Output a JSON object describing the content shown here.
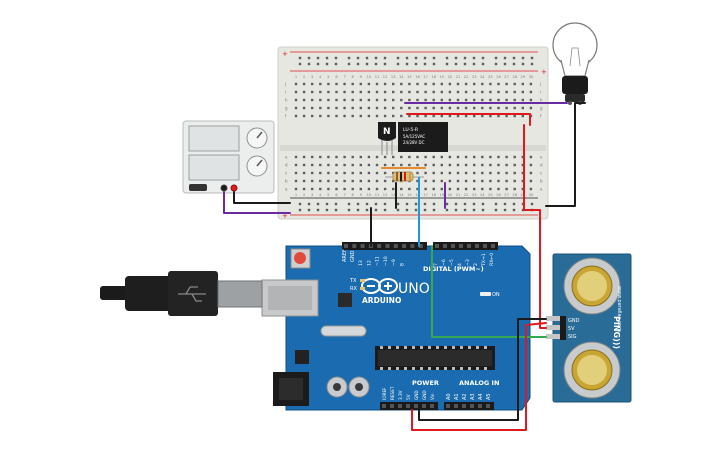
{
  "breadboard": {
    "plus_label": "+",
    "minus_label": "−",
    "row_letters_top": [
      "j",
      "i",
      "h",
      "g",
      "f"
    ],
    "row_letters_bottom": [
      "e",
      "d",
      "c",
      "b",
      "a"
    ],
    "column_numbers": [
      "1",
      "2",
      "3",
      "4",
      "5",
      "6",
      "7",
      "8",
      "9",
      "10",
      "11",
      "12",
      "13",
      "14",
      "15",
      "16",
      "17",
      "18",
      "19",
      "20",
      "21",
      "22",
      "23",
      "24",
      "25",
      "26",
      "27",
      "28",
      "29",
      "30"
    ]
  },
  "transistor": {
    "label": "N"
  },
  "relay": {
    "line1": "LU-5-R",
    "line2": "5A/125VAC",
    "line3": "24/28V DC"
  },
  "arduino": {
    "brand": "ARDUINO",
    "model": "UNO",
    "digital_label": "DIGITAL (PWM~)",
    "power_label": "POWER",
    "analog_label": "ANALOG IN",
    "tx": "TX",
    "rx": "RX",
    "aref": "AREF",
    "gnd": "GND",
    "top_pins": [
      "13",
      "12",
      "~11",
      "~10",
      "~9",
      "8",
      "7",
      "~6",
      "~5",
      "4",
      "~3",
      "2",
      "TX→1",
      "RX←0"
    ],
    "power_pins": [
      "IOREF",
      "RESET",
      "3.3V",
      "5V",
      "GND",
      "GND",
      "Vin"
    ],
    "analog_pins": [
      "A0",
      "A1",
      "A2",
      "A3",
      "A4",
      "A5"
    ],
    "on_label": "ON"
  },
  "ping_sensor": {
    "title": "PING)))",
    "pin_labels": [
      "GND",
      "5V",
      "SIG"
    ],
    "side_text": "www.parallax.com"
  },
  "colors": {
    "wire_red": "#e0191f",
    "wire_black": "#1b1b1b",
    "wire_purple": "#6a2aa0",
    "wire_green": "#34a853",
    "wire_blue": "#1e9ad6",
    "board_blue": "#1a6bb0",
    "sensor_blue": "#2a6c98"
  }
}
